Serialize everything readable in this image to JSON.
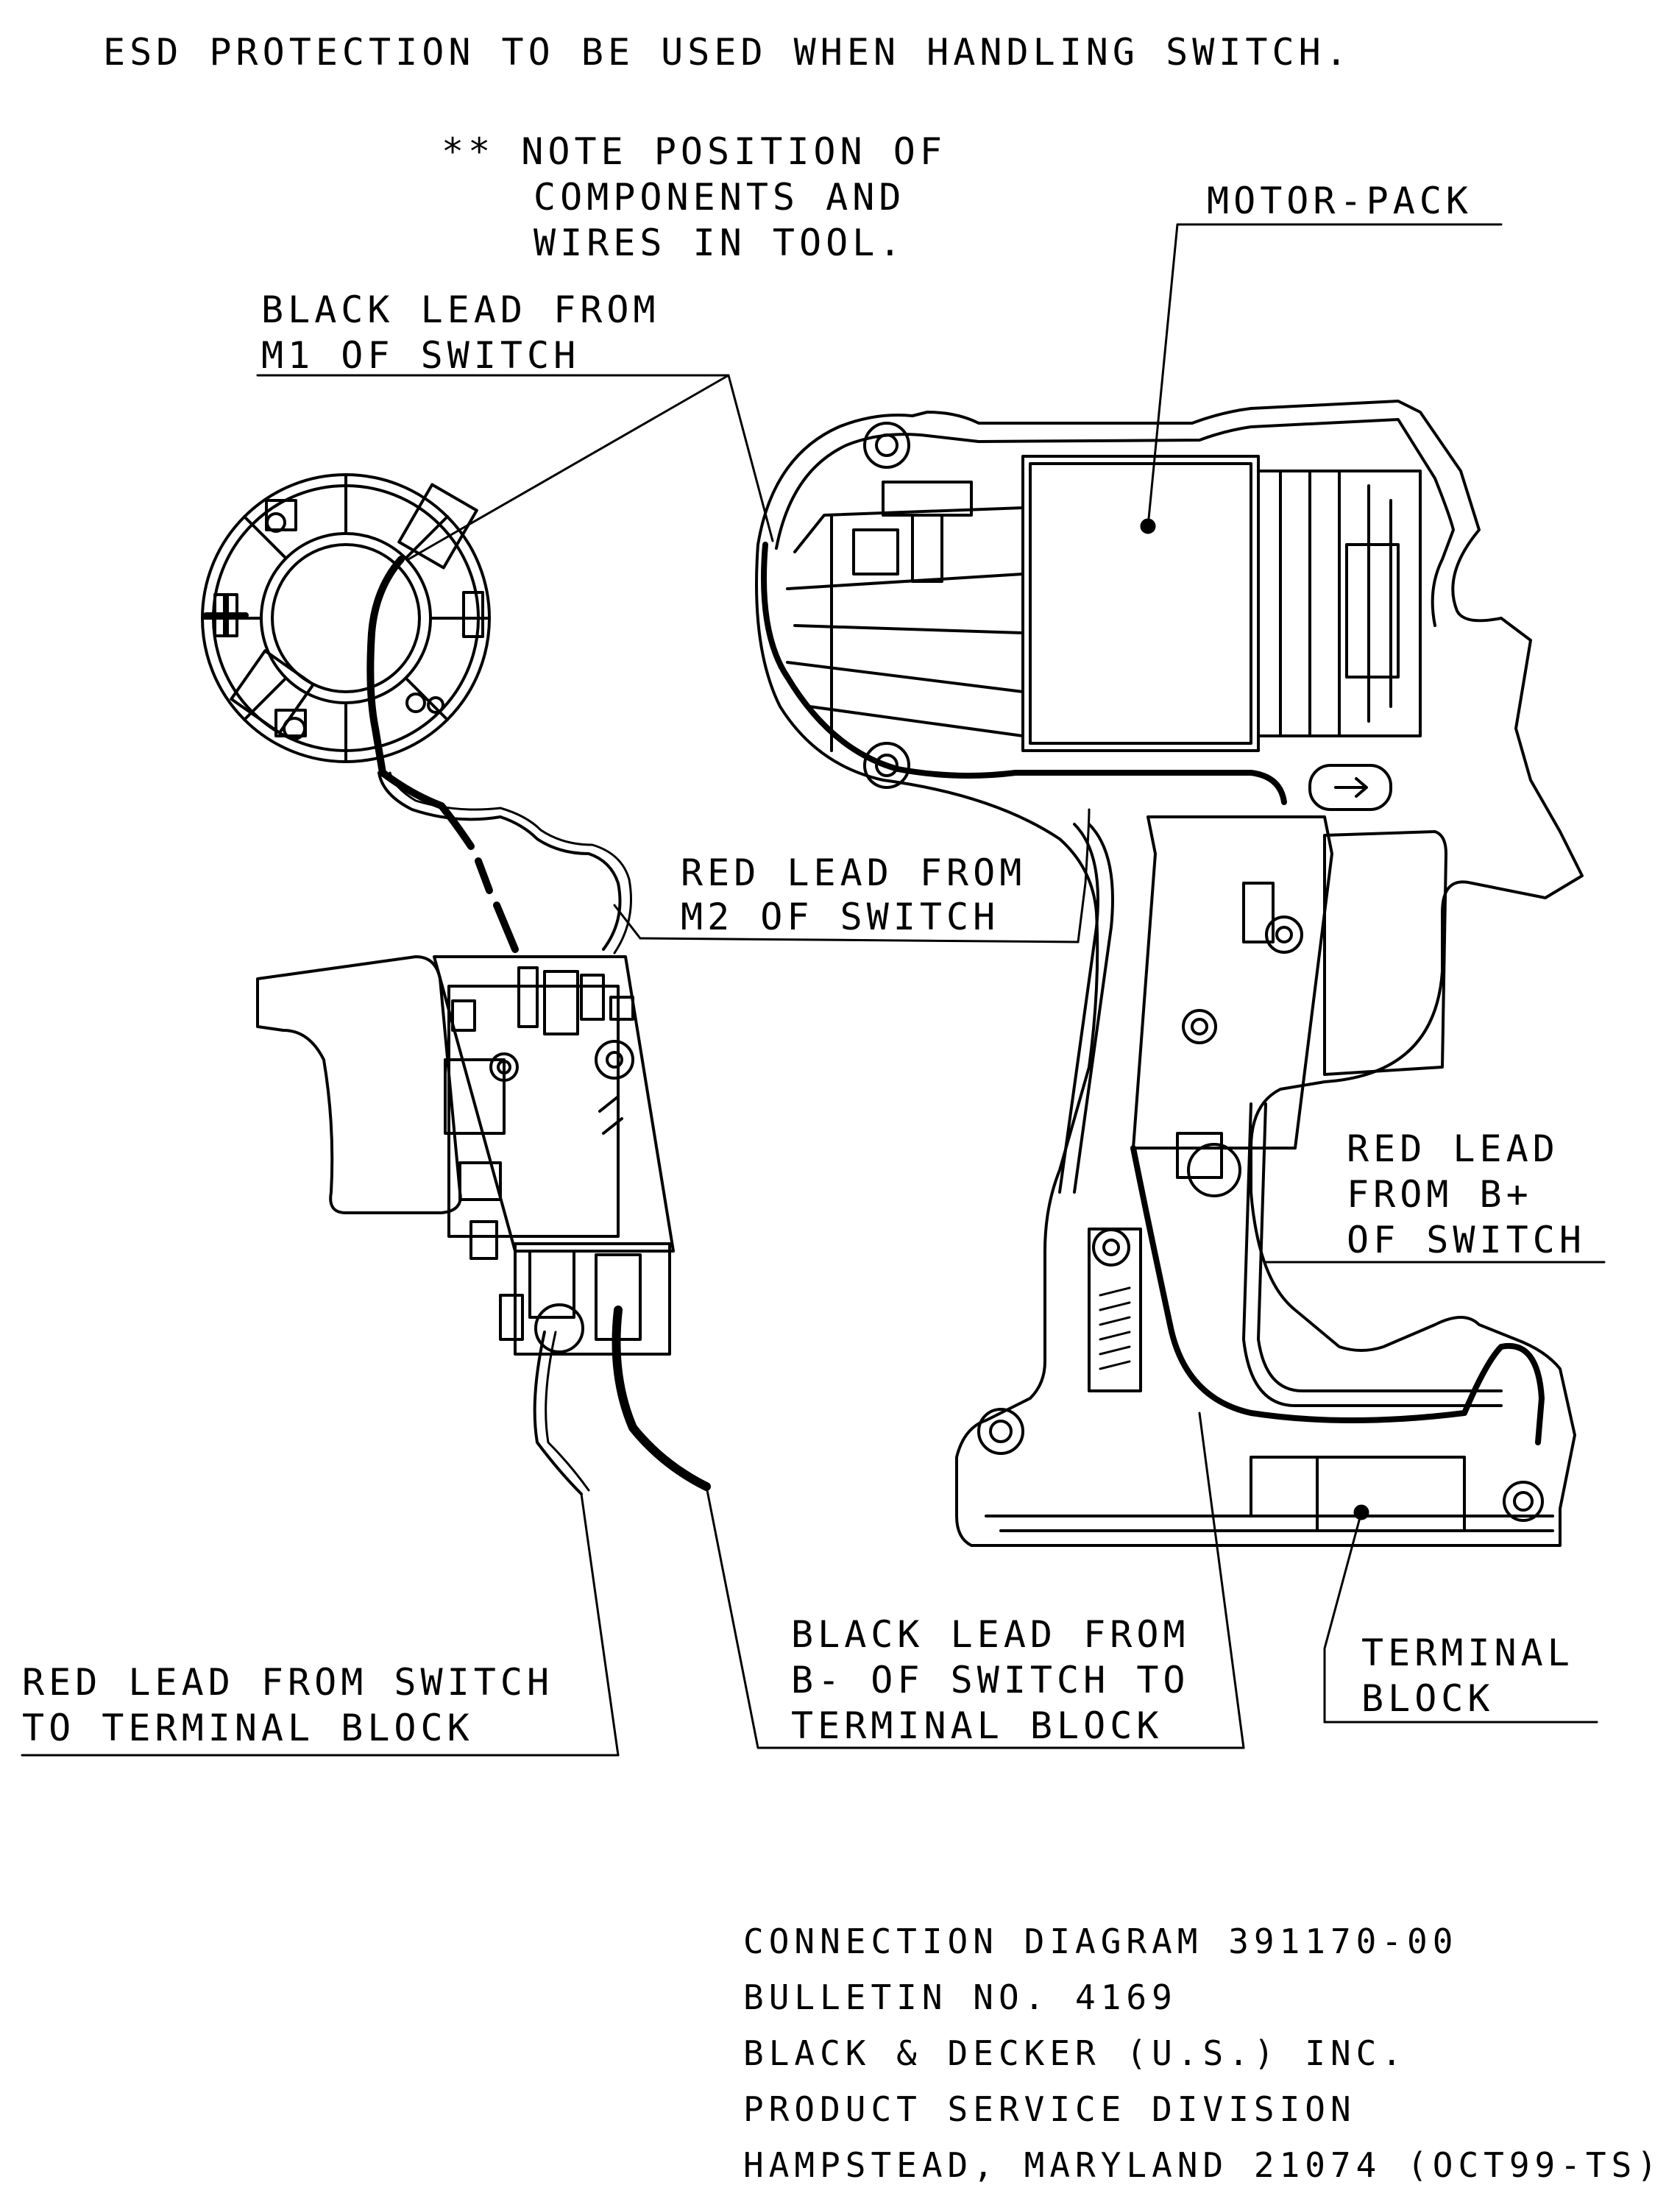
{
  "header": {
    "esd_note": "ESD PROTECTION TO BE USED WHEN HANDLING SWITCH."
  },
  "note": {
    "line1": "** NOTE POSITION OF",
    "line2": "COMPONENTS AND",
    "line3": "WIRES IN TOOL."
  },
  "labels": {
    "motor_pack": "MOTOR-PACK",
    "black_m1": [
      "BLACK LEAD FROM",
      "M1 OF SWITCH"
    ],
    "red_m2": [
      "RED LEAD FROM",
      "M2 OF SWITCH"
    ],
    "red_bplus": [
      "RED LEAD",
      "FROM B+",
      "OF SWITCH"
    ],
    "red_switch_tb": [
      "RED LEAD FROM SWITCH",
      "TO TERMINAL BLOCK"
    ],
    "black_bminus": [
      "BLACK LEAD FROM",
      "B- OF SWITCH TO",
      "TERMINAL BLOCK"
    ],
    "terminal_block": [
      "TERMINAL",
      "BLOCK"
    ]
  },
  "title_block": {
    "line1": "CONNECTION DIAGRAM 391170-00",
    "line2": "BULLETIN NO. 4169",
    "line3": "BLACK & DECKER (U.S.) INC.",
    "line4": "PRODUCT SERVICE DIVISION",
    "line5": "HAMPSTEAD, MARYLAND 21074 (OCT99-TS)"
  },
  "colors": {
    "ink": "#000000",
    "paper": "#ffffff"
  }
}
